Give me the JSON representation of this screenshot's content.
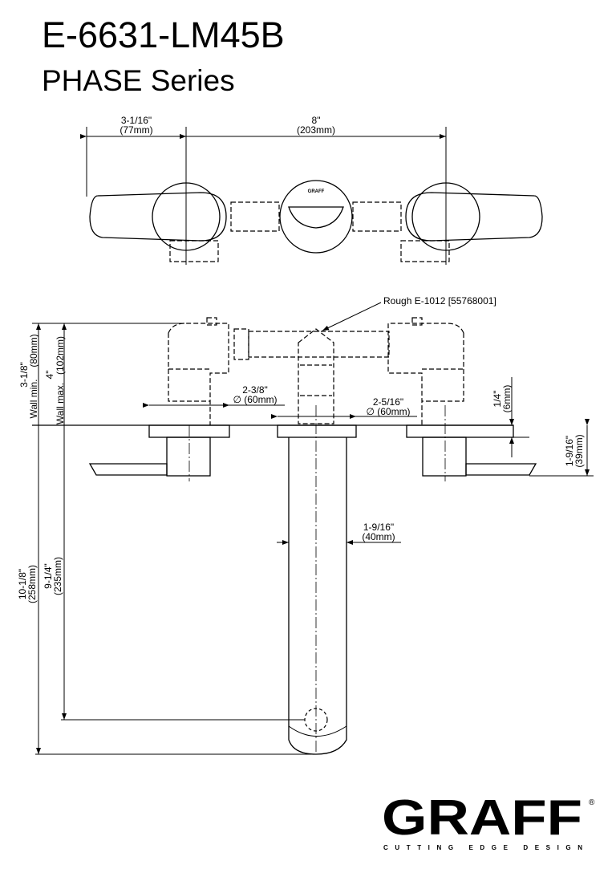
{
  "header": {
    "model": "E-6631-LM45B",
    "series": "PHASE Series"
  },
  "top_view": {
    "dim_left": {
      "in": "3-1/16\"",
      "mm": "(77mm)"
    },
    "dim_center": {
      "in": "8\"",
      "mm": "(203mm)"
    }
  },
  "side_view": {
    "rough_label": "Rough E-1012 [55768001]",
    "wall_min": {
      "label": "Wall min.",
      "in": "3-1/8\"",
      "mm": "(80mm)"
    },
    "wall_max": {
      "label": "Wall max.",
      "in": "4\"",
      "mm": "(102mm)"
    },
    "handle_plate_dia": {
      "in": "2-3/8\"",
      "mm": "∅ (60mm)"
    },
    "spout_plate_dia": {
      "in": "2-5/16\"",
      "mm": "∅ (60mm)"
    },
    "plate_thickness": {
      "in": "1/4\"",
      "mm": "(6mm)"
    },
    "handle_height": {
      "in": "1-9/16\"",
      "mm": "(39mm)"
    },
    "spout_width": {
      "in": "1-9/16\"",
      "mm": "(40mm)"
    },
    "spout_reach": {
      "in": "10-1/8\"",
      "mm": "(258mm)"
    },
    "spout_outlet": {
      "in": "9-1/4\"",
      "mm": "(235mm)"
    }
  },
  "brand": {
    "name": "GRAFF",
    "tagline": "CUTTING EDGE DESIGN",
    "registered": "®"
  }
}
